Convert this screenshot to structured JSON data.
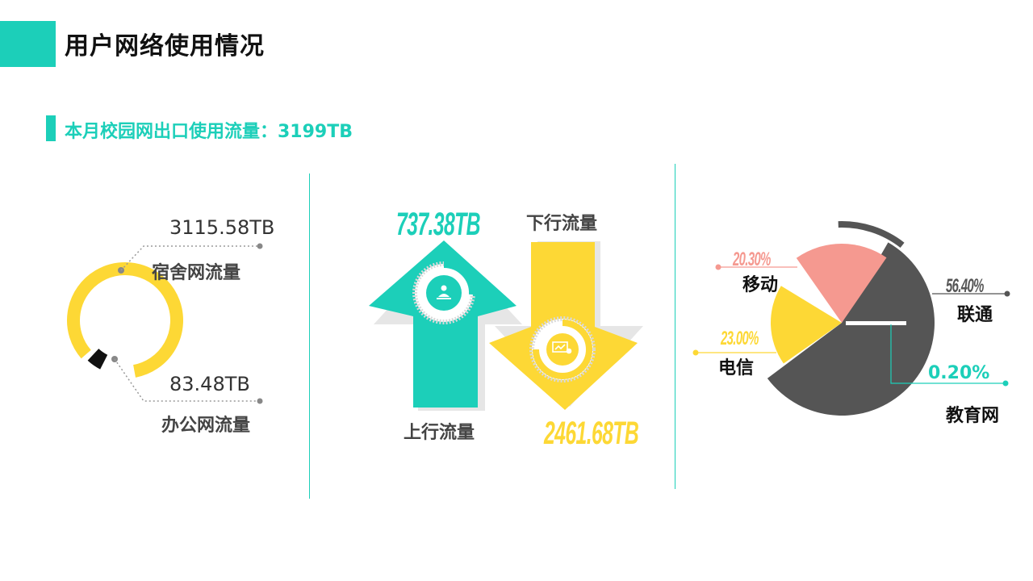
{
  "header": {
    "title": "用户网络使用情况"
  },
  "summary": {
    "title": "本月校园网出口使用流量：3199TB"
  },
  "chart_data": [
    {
      "type": "pie",
      "categories": [
        "宿舍网流量",
        "办公网流量"
      ],
      "values": [
        3115.58,
        83.48
      ],
      "labels": [
        "3115.58TB",
        "83.48TB"
      ],
      "colors": [
        "#fdd835",
        "#111111"
      ]
    },
    {
      "type": "bar",
      "categories": [
        "上行流量",
        "下行流量"
      ],
      "values": [
        737.38,
        2461.68
      ],
      "labels": [
        "737.38TB",
        "2461.68TB"
      ],
      "colors": [
        "#1ccfb9",
        "#fdd835"
      ]
    },
    {
      "type": "pie",
      "categories": [
        "联通",
        "移动",
        "电信",
        "教育网"
      ],
      "values": [
        56.4,
        20.3,
        23.0,
        0.2
      ],
      "labels": [
        "56.40%",
        "20.30%",
        "23.00%",
        "0.20%"
      ],
      "colors": [
        "#555555",
        "#f59990",
        "#fdd835",
        "#1ccfb9"
      ]
    }
  ]
}
